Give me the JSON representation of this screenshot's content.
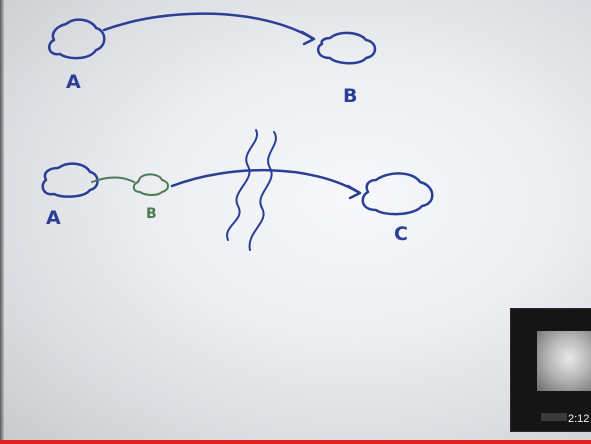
{
  "whiteboard": {
    "top_diagram": {
      "left_label": "A",
      "right_label": "B"
    },
    "bottom_diagram": {
      "left_label": "A",
      "middle_label": "B",
      "right_label": "C"
    },
    "colors": {
      "ink_blue": "#2b3f95",
      "ink_green": "#4f7a58"
    }
  },
  "player": {
    "preview_time": "2:12",
    "progress_fraction": 1.0,
    "colors": {
      "progress": "#e21d1d"
    }
  }
}
